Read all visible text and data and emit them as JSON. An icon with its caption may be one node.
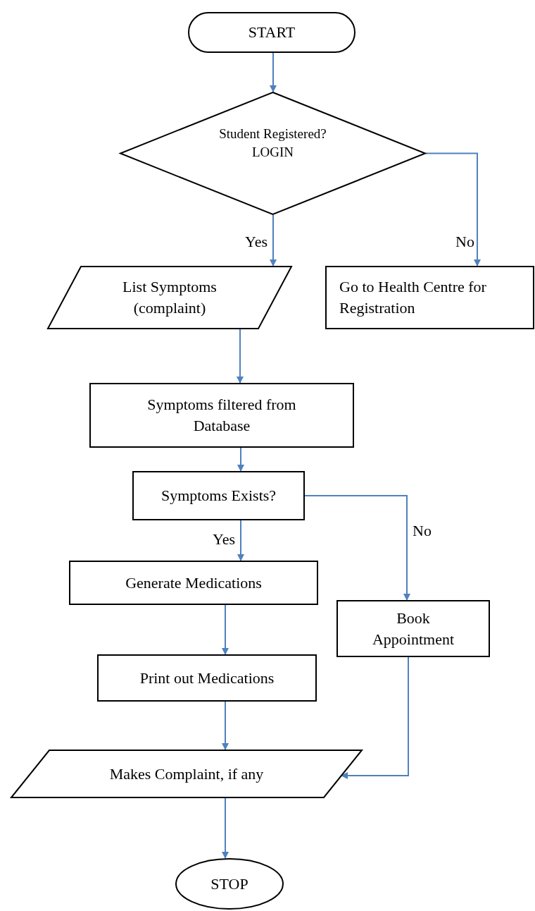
{
  "diagram": {
    "nodes": [
      {
        "text": [
          "START"
        ]
      },
      {
        "text": [
          "Student Registered? LOGIN"
        ]
      },
      {
        "text": [
          "List Symptoms (complaint)"
        ]
      },
      {
        "text": [
          "Go to Health Centre for Registration"
        ]
      },
      {
        "text": [
          "Symptoms filtered from Database"
        ]
      },
      {
        "text": [
          "Symptoms Exists?"
        ]
      },
      {
        "text": [
          "Generate Medications"
        ]
      },
      {
        "text": [
          "Book Appointment"
        ]
      },
      {
        "text": [
          "Print out Medications"
        ]
      },
      {
        "text": [
          "Makes Complaint, if any"
        ]
      },
      {
        "text": [
          "STOP"
        ]
      }
    ],
    "edges": [
      {
        "from": 0,
        "to": 1,
        "arrow": "to"
      },
      {
        "from": 1,
        "to": 2,
        "arrow": "to",
        "label": "Yes"
      },
      {
        "from": 1,
        "to": 3,
        "arrow": "to",
        "label": "No"
      },
      {
        "from": 2,
        "to": 4,
        "arrow": "to"
      },
      {
        "from": 4,
        "to": 5,
        "arrow": "to"
      },
      {
        "from": 5,
        "to": 6,
        "arrow": "to",
        "label": "Yes"
      },
      {
        "from": 5,
        "to": 7,
        "arrow": "to",
        "label": "No"
      },
      {
        "from": 6,
        "to": 8,
        "arrow": "to"
      },
      {
        "from": 8,
        "to": 9,
        "arrow": "to"
      },
      {
        "from": 7,
        "to": 9,
        "arrow": "to"
      },
      {
        "from": 9,
        "to": 10,
        "arrow": "to"
      }
    ]
  }
}
